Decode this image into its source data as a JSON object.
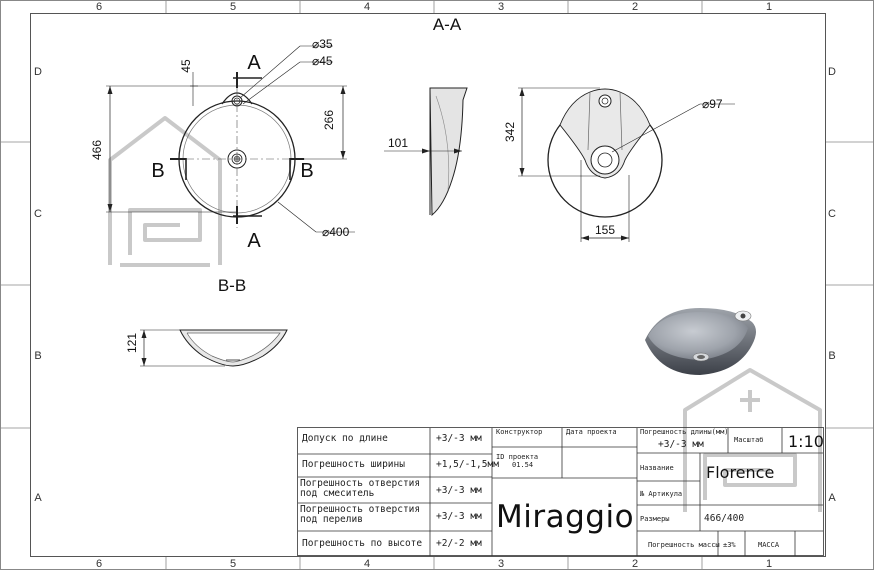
{
  "frame": {
    "columns_top": [
      "6",
      "5",
      "4",
      "3",
      "2",
      "1"
    ],
    "columns_bottom": [
      "6",
      "5",
      "4",
      "3",
      "2",
      "1"
    ],
    "rows_left": [
      "D",
      "C",
      "B",
      "A"
    ],
    "rows_right": [
      "D",
      "C",
      "B",
      "A"
    ]
  },
  "views": {
    "section_aa_title": "A-A",
    "section_bb_title": "B-B",
    "cut_label_a_top": "A",
    "cut_label_a_bottom": "A",
    "cut_label_b_left": "B",
    "cut_label_b_right": "B"
  },
  "dimensions": {
    "hole_small": "⌀35",
    "hole_large": "⌀45",
    "offset_45": "45",
    "overall_466": "466",
    "center_266": "266",
    "bowl_400": "⌀400",
    "depth_101": "101",
    "height_342": "342",
    "drain_97": "⌀97",
    "width_155": "155",
    "height_121": "121"
  },
  "title_block": {
    "rows": [
      {
        "label": "Допуск по длине",
        "value": "+3/-3 мм"
      },
      {
        "label": "Погрешность ширины",
        "value": "+1,5/-1,5мм"
      },
      {
        "label": "Погрешность отверстия под смеситель",
        "value": "+3/-3 мм"
      },
      {
        "label": "Погрешность отверстия под перелив",
        "value": "+3/-3 мм"
      },
      {
        "label": "Погрешность по высоте",
        "value": "+2/-2 мм"
      }
    ],
    "designer_label": "Конструктор",
    "project_date_label": "Дата проекта",
    "project_id_label": "ID проекта",
    "project_id_value": "01.54",
    "brand": "Miraggio",
    "length_tol_label": "Погрешность длины(мм)",
    "length_tol_value": "+3/-3 мм",
    "scale_label": "Масштаб",
    "scale_value": "1:10",
    "name_label": "Название",
    "name_value": "Florence",
    "article_label": "№ Артикула",
    "size_label": "Размеры",
    "size_value": "466/400",
    "mass_tol_label": "Погрешность массы",
    "mass_tol_value": "±3%",
    "mass_label": "МАССА"
  }
}
